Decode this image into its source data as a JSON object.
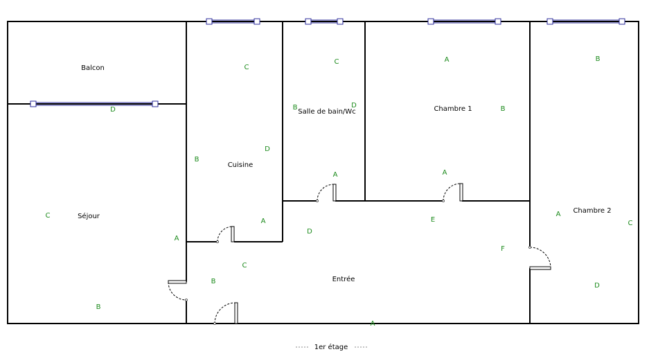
{
  "floor": {
    "label": "1er étage"
  },
  "rooms": {
    "balcon": "Balcon",
    "sejour": "Séjour",
    "cuisine": "Cuisine",
    "salle_de_bain": "Salle de bain/Wc",
    "chambre1": "Chambre 1",
    "chambre2": "Chambre 2",
    "entree": "Entrée"
  },
  "wall_letters": {
    "cuisine_c": "C",
    "cuisine_d": "D",
    "cuisine_b": "B",
    "cuisine_a": "A",
    "sdb_c": "C",
    "sdb_b": "B",
    "sdb_d": "D",
    "sdb_a": "A",
    "chambre1_a_top": "A",
    "chambre1_b": "B",
    "chambre1_a_door": "A",
    "chambre2_b": "B",
    "chambre2_a": "A",
    "chambre2_c": "C",
    "chambre2_d": "D",
    "balcon_d": "D",
    "sejour_c": "C",
    "sejour_a": "A",
    "sejour_b": "B",
    "entree_d": "D",
    "entree_e": "E",
    "entree_f": "F",
    "entree_c": "C",
    "entree_b": "B",
    "entree_a": "A"
  },
  "colors": {
    "walls": "#000000",
    "windows": "#2a2a9a",
    "wall_letters": "#1b8a1b"
  }
}
